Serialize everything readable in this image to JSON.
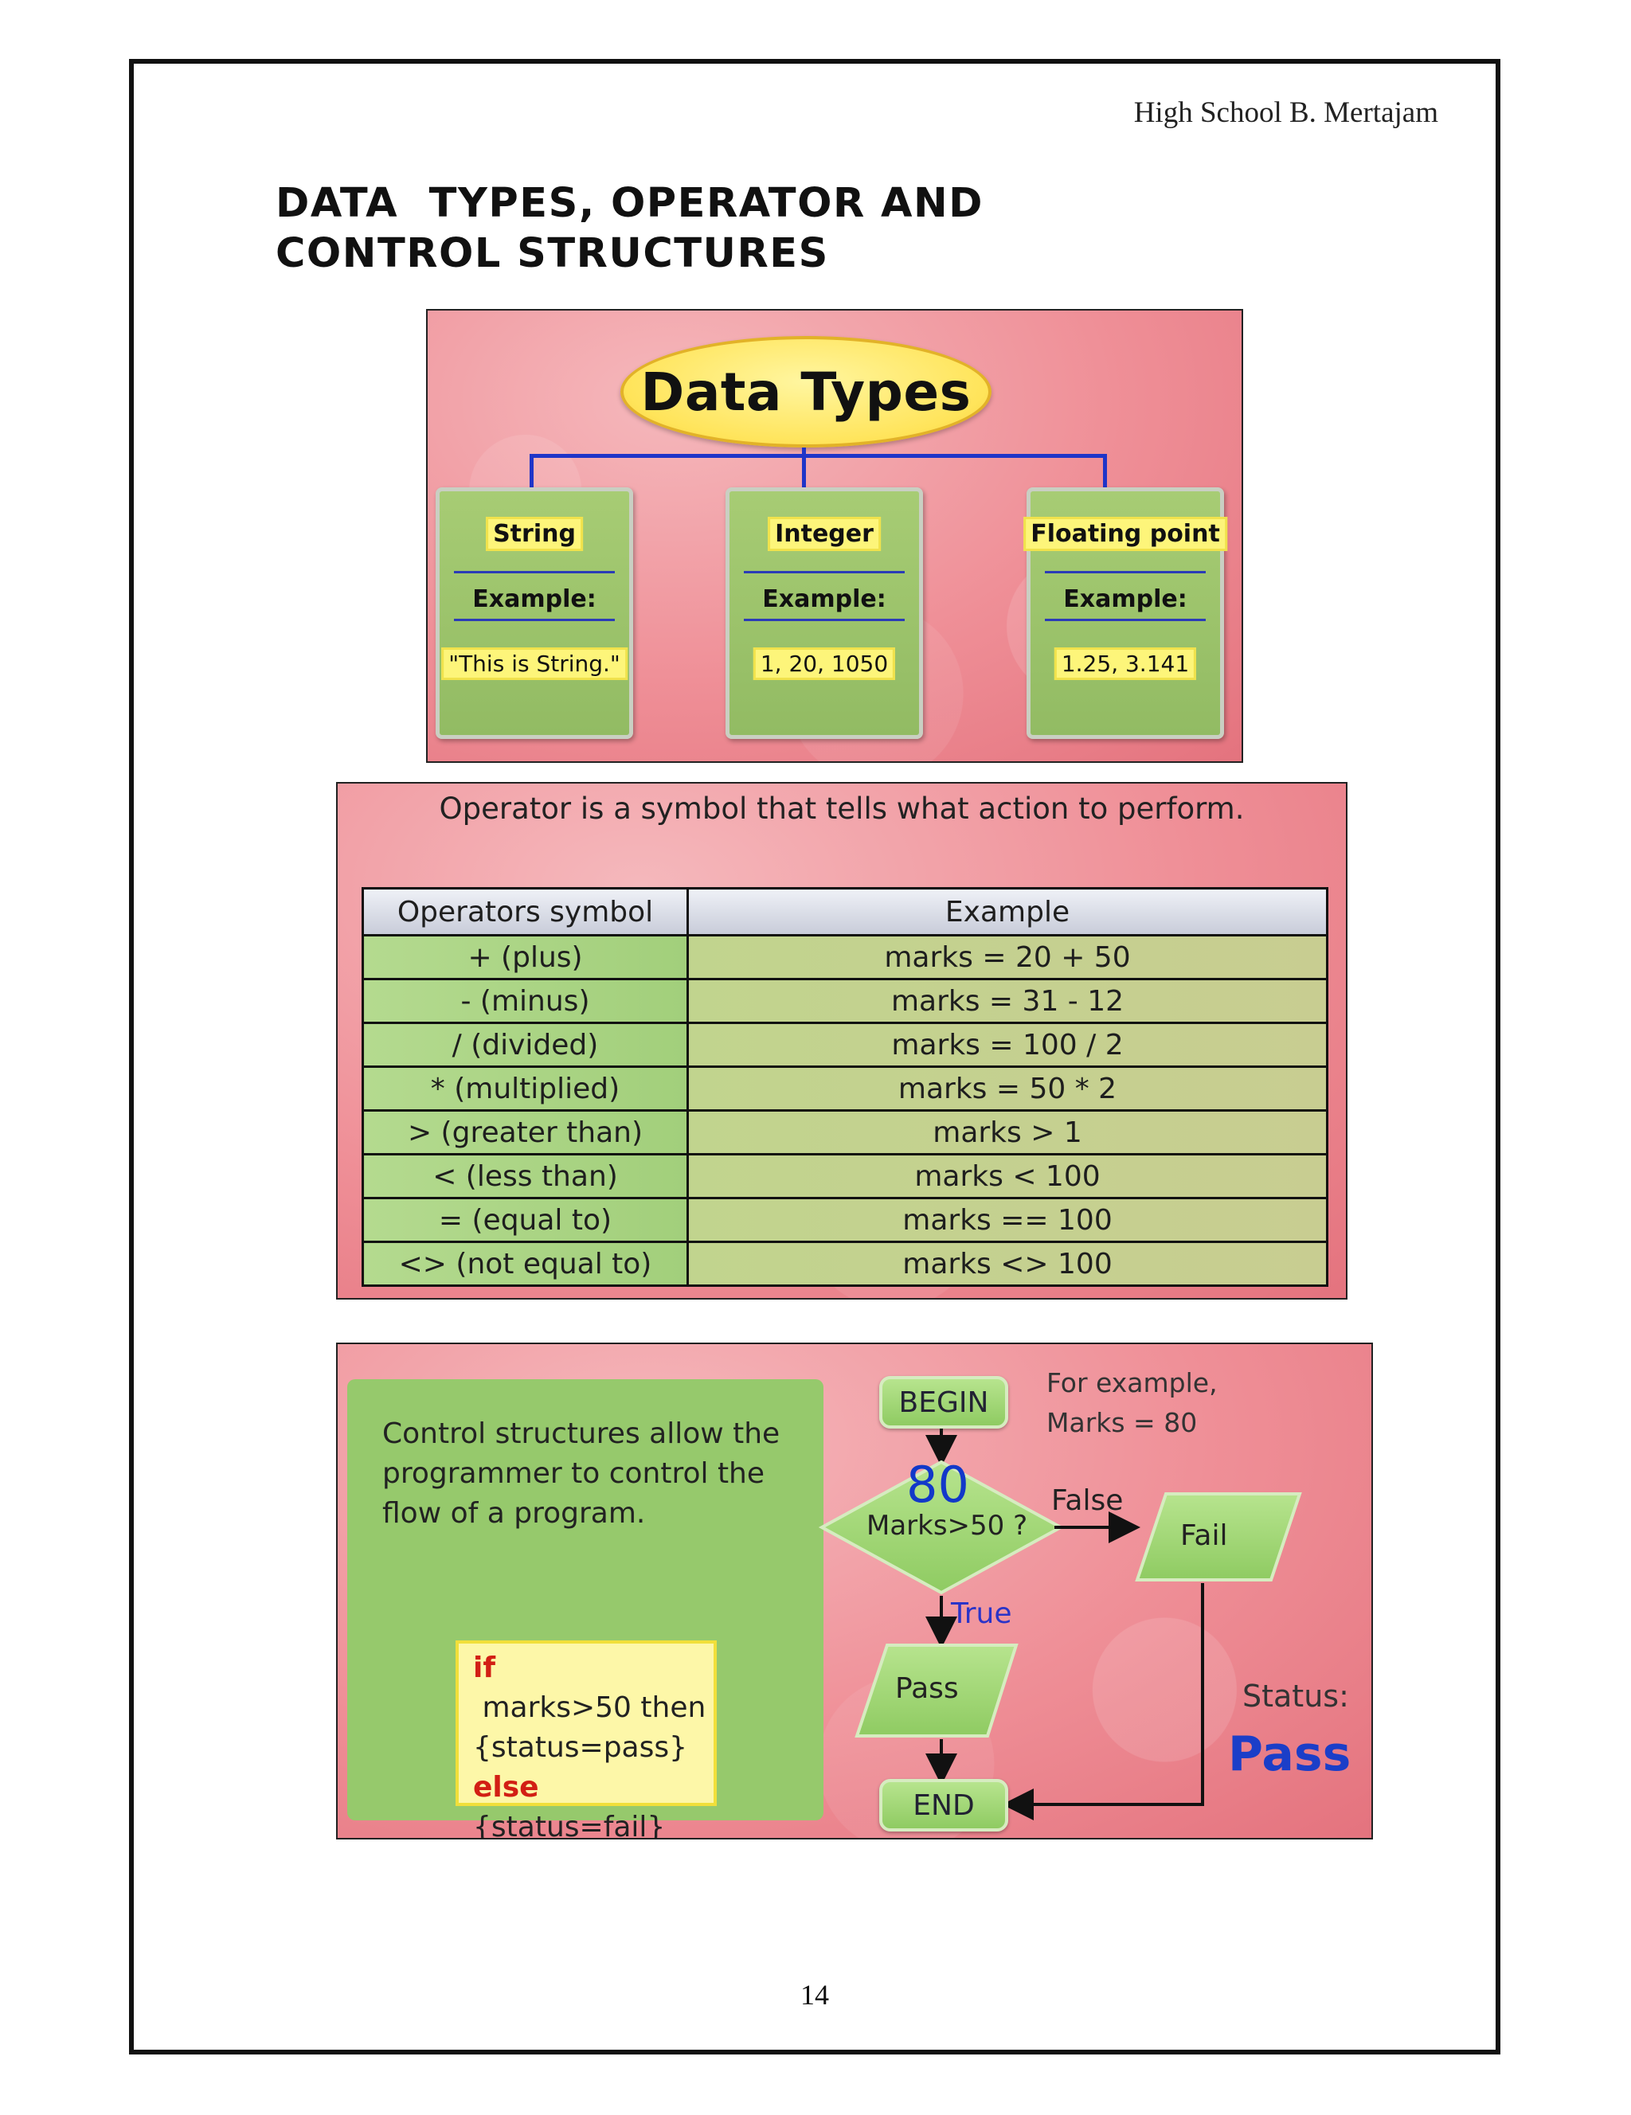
{
  "header": {
    "school": "High School B. Mertajam"
  },
  "title": {
    "line1": "DATA  TYPES, OPERATOR AND",
    "line2": "CONTROL STRUCTURES"
  },
  "data_types": {
    "title": "Data Types",
    "example_label": "Example:",
    "types": [
      {
        "name": "String",
        "example": "\"This is String.\""
      },
      {
        "name": "Integer",
        "example": "1, 20, 1050"
      },
      {
        "name": "Floating point",
        "example": "1.25, 3.141"
      }
    ]
  },
  "operators": {
    "heading": "Operator is a symbol that tells what action to perform.",
    "headers": [
      "Operators symbol",
      "Example"
    ],
    "rows": [
      [
        "+ (plus)",
        "marks = 20 + 50"
      ],
      [
        "- (minus)",
        "marks = 31 - 12"
      ],
      [
        "/ (divided)",
        "marks = 100 / 2"
      ],
      [
        "* (multiplied)",
        "marks = 50 * 2"
      ],
      [
        "> (greater than)",
        "marks > 1"
      ],
      [
        "< (less than)",
        "marks < 100"
      ],
      [
        "= (equal to)",
        "marks == 100"
      ],
      [
        "<> (not equal to)",
        "marks <> 100"
      ]
    ]
  },
  "control": {
    "description": "Control structures allow the programmer to control the flow of a program.",
    "code": {
      "kw_if": "if",
      "line1_rest": " marks>50 then",
      "line2": "{status=pass}",
      "kw_else": "else",
      "line4": "{status=fail}"
    },
    "example_line1": "For example,",
    "example_line2": "Marks = 80",
    "flow": {
      "begin": "BEGIN",
      "decision": "Marks>50 ?",
      "value": "80",
      "false_label": "False",
      "true_label": "True",
      "fail": "Fail",
      "pass": "Pass",
      "end": "END"
    },
    "status_label": "Status:",
    "status_value": "Pass",
    "colors": {
      "keyword": "#d21f14",
      "status": "#1b3ec8",
      "true_label": "#2a34c8",
      "value": "#1238c9"
    }
  },
  "page_number": "14"
}
